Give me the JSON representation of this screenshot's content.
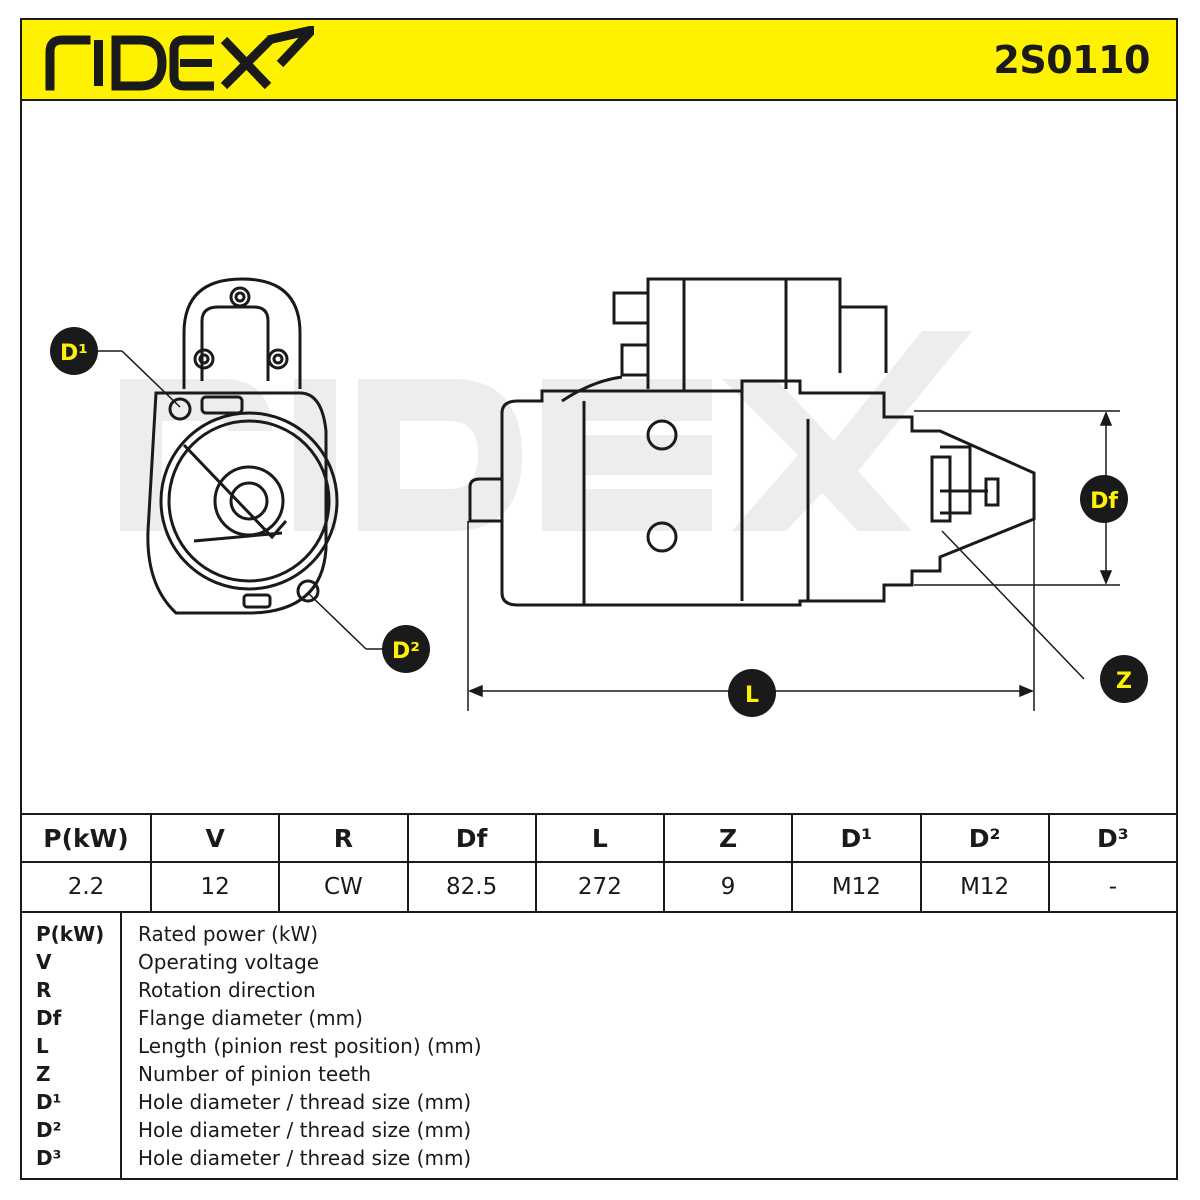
{
  "header": {
    "brand": "RIDEX",
    "part_number": "2S0110",
    "accent_color": "#fff200"
  },
  "drawing": {
    "callouts": {
      "d1": "D¹",
      "d2": "D²",
      "df": "Df",
      "z": "Z",
      "l": "L"
    },
    "watermark": "RIDEX"
  },
  "spec": {
    "headers": [
      "P(kW)",
      "V",
      "R",
      "Df",
      "L",
      "Z",
      "D¹",
      "D²",
      "D³"
    ],
    "values": [
      "2.2",
      "12",
      "CW",
      "82.5",
      "272",
      "9",
      "M12",
      "M12",
      "-"
    ]
  },
  "legend": [
    {
      "sym": "P(kW)",
      "desc": "Rated power (kW)"
    },
    {
      "sym": "V",
      "desc": "Operating voltage"
    },
    {
      "sym": "R",
      "desc": "Rotation direction"
    },
    {
      "sym": "Df",
      "desc": "Flange diameter (mm)"
    },
    {
      "sym": "L",
      "desc": "Length (pinion rest position) (mm)"
    },
    {
      "sym": "Z",
      "desc": "Number of pinion teeth"
    },
    {
      "sym": "D¹",
      "desc": "Hole diameter / thread size (mm)"
    },
    {
      "sym": "D²",
      "desc": "Hole diameter / thread size (mm)"
    },
    {
      "sym": "D³",
      "desc": "Hole diameter / thread size (mm)"
    }
  ]
}
